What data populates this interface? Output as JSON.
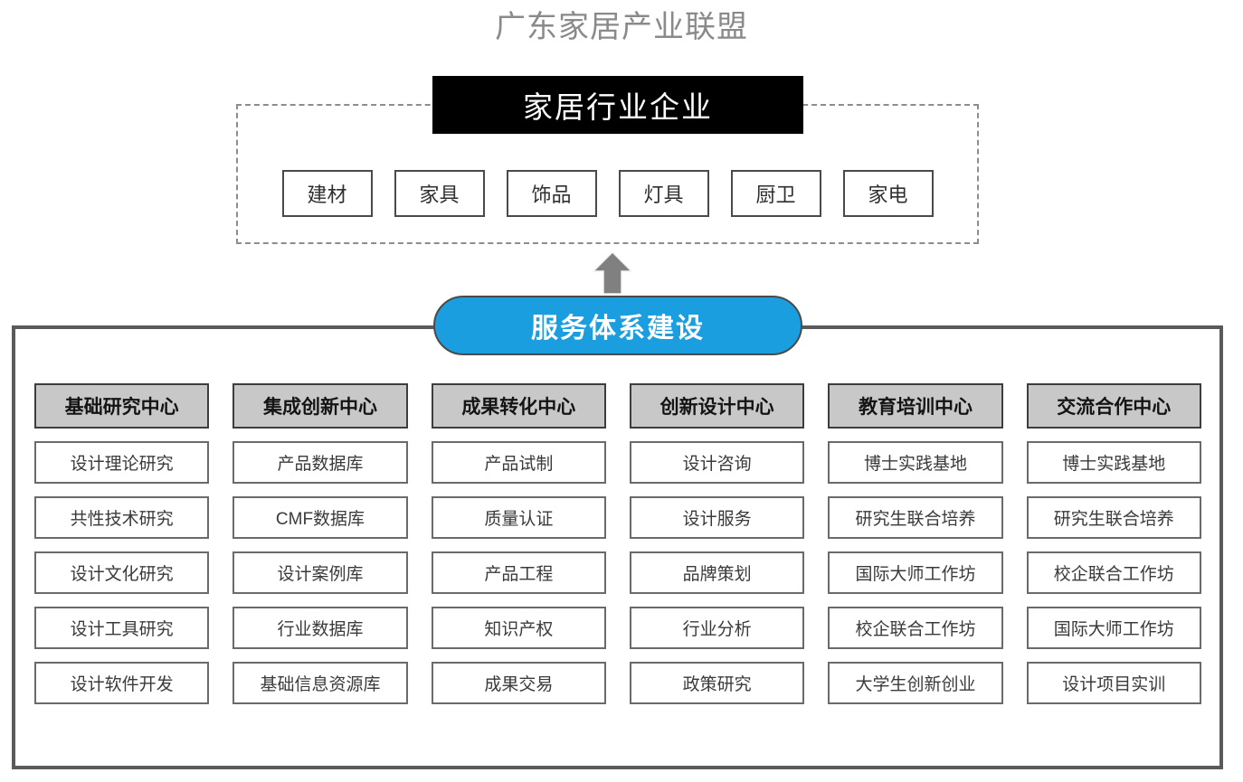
{
  "title": "广东家居产业联盟",
  "industry": {
    "banner_label": "家居行业企业",
    "categories": [
      "建材",
      "家具",
      "饰品",
      "灯具",
      "厨卫",
      "家电"
    ]
  },
  "arrow": {
    "icon": "arrow-up-icon",
    "color": "#808080"
  },
  "service": {
    "pill_label": "服务体系建设",
    "pill_color": "#1b9ee0",
    "header_fill": "#c8c8c8",
    "frame_color": "#5a5a5a",
    "columns": [
      {
        "header": "基础研究中心",
        "items": [
          "设计理论研究",
          "共性技术研究",
          "设计文化研究",
          "设计工具研究",
          "设计软件开发"
        ]
      },
      {
        "header": "集成创新中心",
        "items": [
          "产品数据库",
          "CMF数据库",
          "设计案例库",
          "行业数据库",
          "基础信息资源库"
        ]
      },
      {
        "header": "成果转化中心",
        "items": [
          "产品试制",
          "质量认证",
          "产品工程",
          "知识产权",
          "成果交易"
        ]
      },
      {
        "header": "创新设计中心",
        "items": [
          "设计咨询",
          "设计服务",
          "品牌策划",
          "行业分析",
          "政策研究"
        ]
      },
      {
        "header": "教育培训中心",
        "items": [
          "博士实践基地",
          "研究生联合培养",
          "国际大师工作坊",
          "校企联合工作坊",
          "大学生创新创业"
        ]
      },
      {
        "header": "交流合作中心",
        "items": [
          "博士实践基地",
          "研究生联合培养",
          "校企联合工作坊",
          "国际大师工作坊",
          "设计项目实训"
        ]
      }
    ]
  }
}
